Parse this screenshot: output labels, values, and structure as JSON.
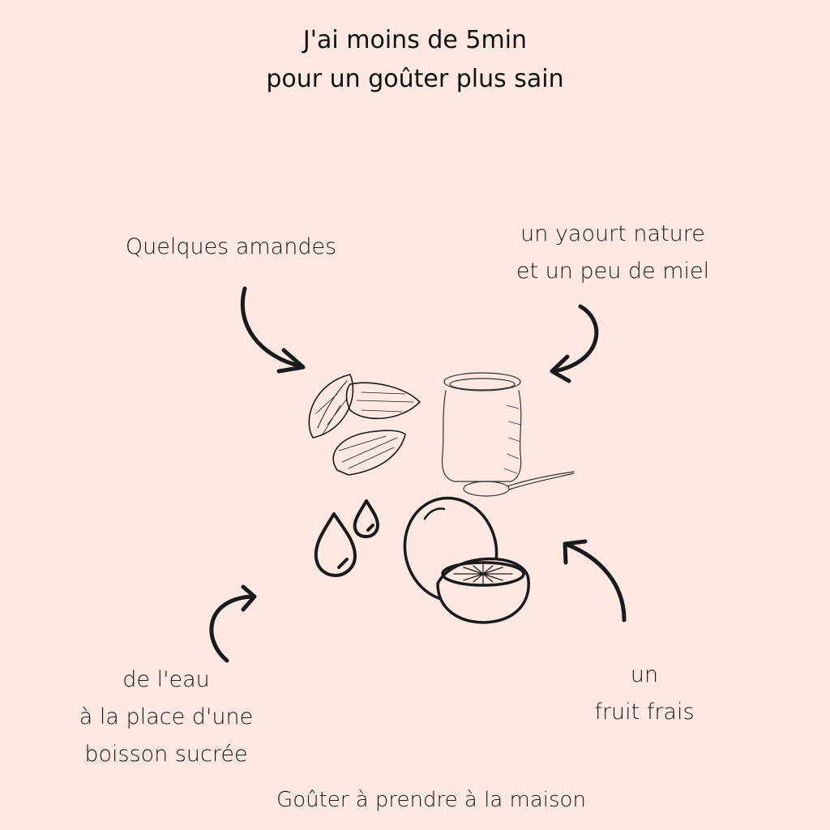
{
  "colors": {
    "background": "#fce8e2",
    "ink": "#1a1a1a"
  },
  "title": {
    "line1": "J'ai moins de 5min",
    "line2": "pour un goûter plus sain"
  },
  "items": [
    {
      "id": "almonds",
      "lines": [
        "Quelques amandes"
      ],
      "icon": "almond-icon"
    },
    {
      "id": "yogurt",
      "lines": [
        "un yaourt nature",
        "et un peu de miel"
      ],
      "icon": "yogurt-jar-icon"
    },
    {
      "id": "water",
      "lines": [
        "de l'eau",
        "à la place d'une",
        "boisson sucrée"
      ],
      "icon": "water-drops-icon"
    },
    {
      "id": "fruit",
      "lines": [
        "un",
        "fruit frais"
      ],
      "icon": "kiwi-icon"
    }
  ],
  "footer": "Goûter à prendre à la maison"
}
